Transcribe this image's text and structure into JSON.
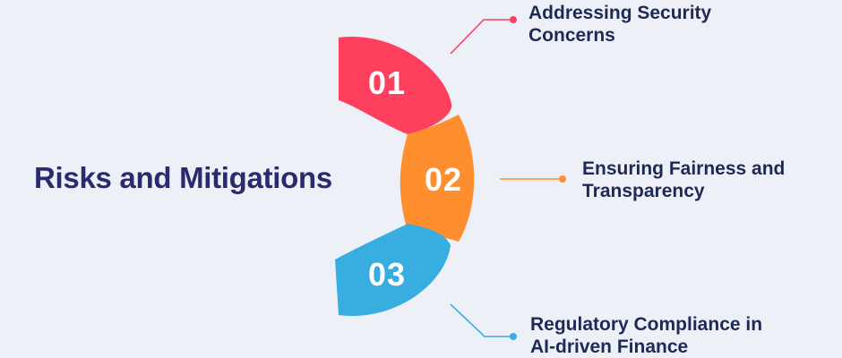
{
  "title": "Risks and Mitigations",
  "items": [
    {
      "number": "01",
      "label_lines": [
        "Addressing Security",
        "Concerns"
      ],
      "color": "#fe3f5e"
    },
    {
      "number": "02",
      "label_lines": [
        "Ensuring Fairness and",
        "Transparency"
      ],
      "color": "#ff8f2e"
    },
    {
      "number": "03",
      "label_lines": [
        "Regulatory Compliance in",
        "AI-driven Finance"
      ],
      "color": "#38ade0"
    }
  ]
}
